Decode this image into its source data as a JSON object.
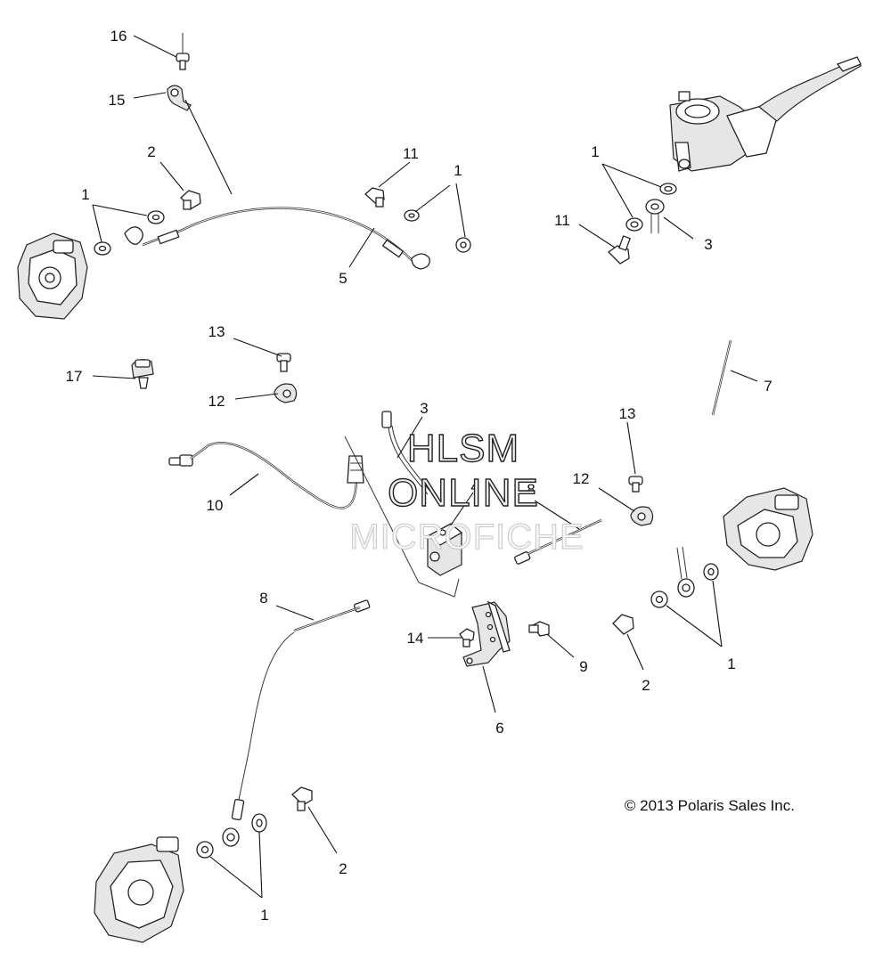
{
  "diagram": {
    "callouts": [
      "16",
      "15",
      "2",
      "1",
      "11",
      "1",
      "5",
      "1",
      "11",
      "3",
      "13",
      "17",
      "12",
      "3",
      "4",
      "8",
      "10",
      "13",
      "12",
      "7",
      "8",
      "14",
      "9",
      "2",
      "1",
      "6",
      "2",
      "1"
    ],
    "watermark": {
      "line1": "HLSM",
      "line2": "ONLINE",
      "line3": "MICROFICHE"
    },
    "copyright": "© 2013 Polaris Sales Inc."
  }
}
